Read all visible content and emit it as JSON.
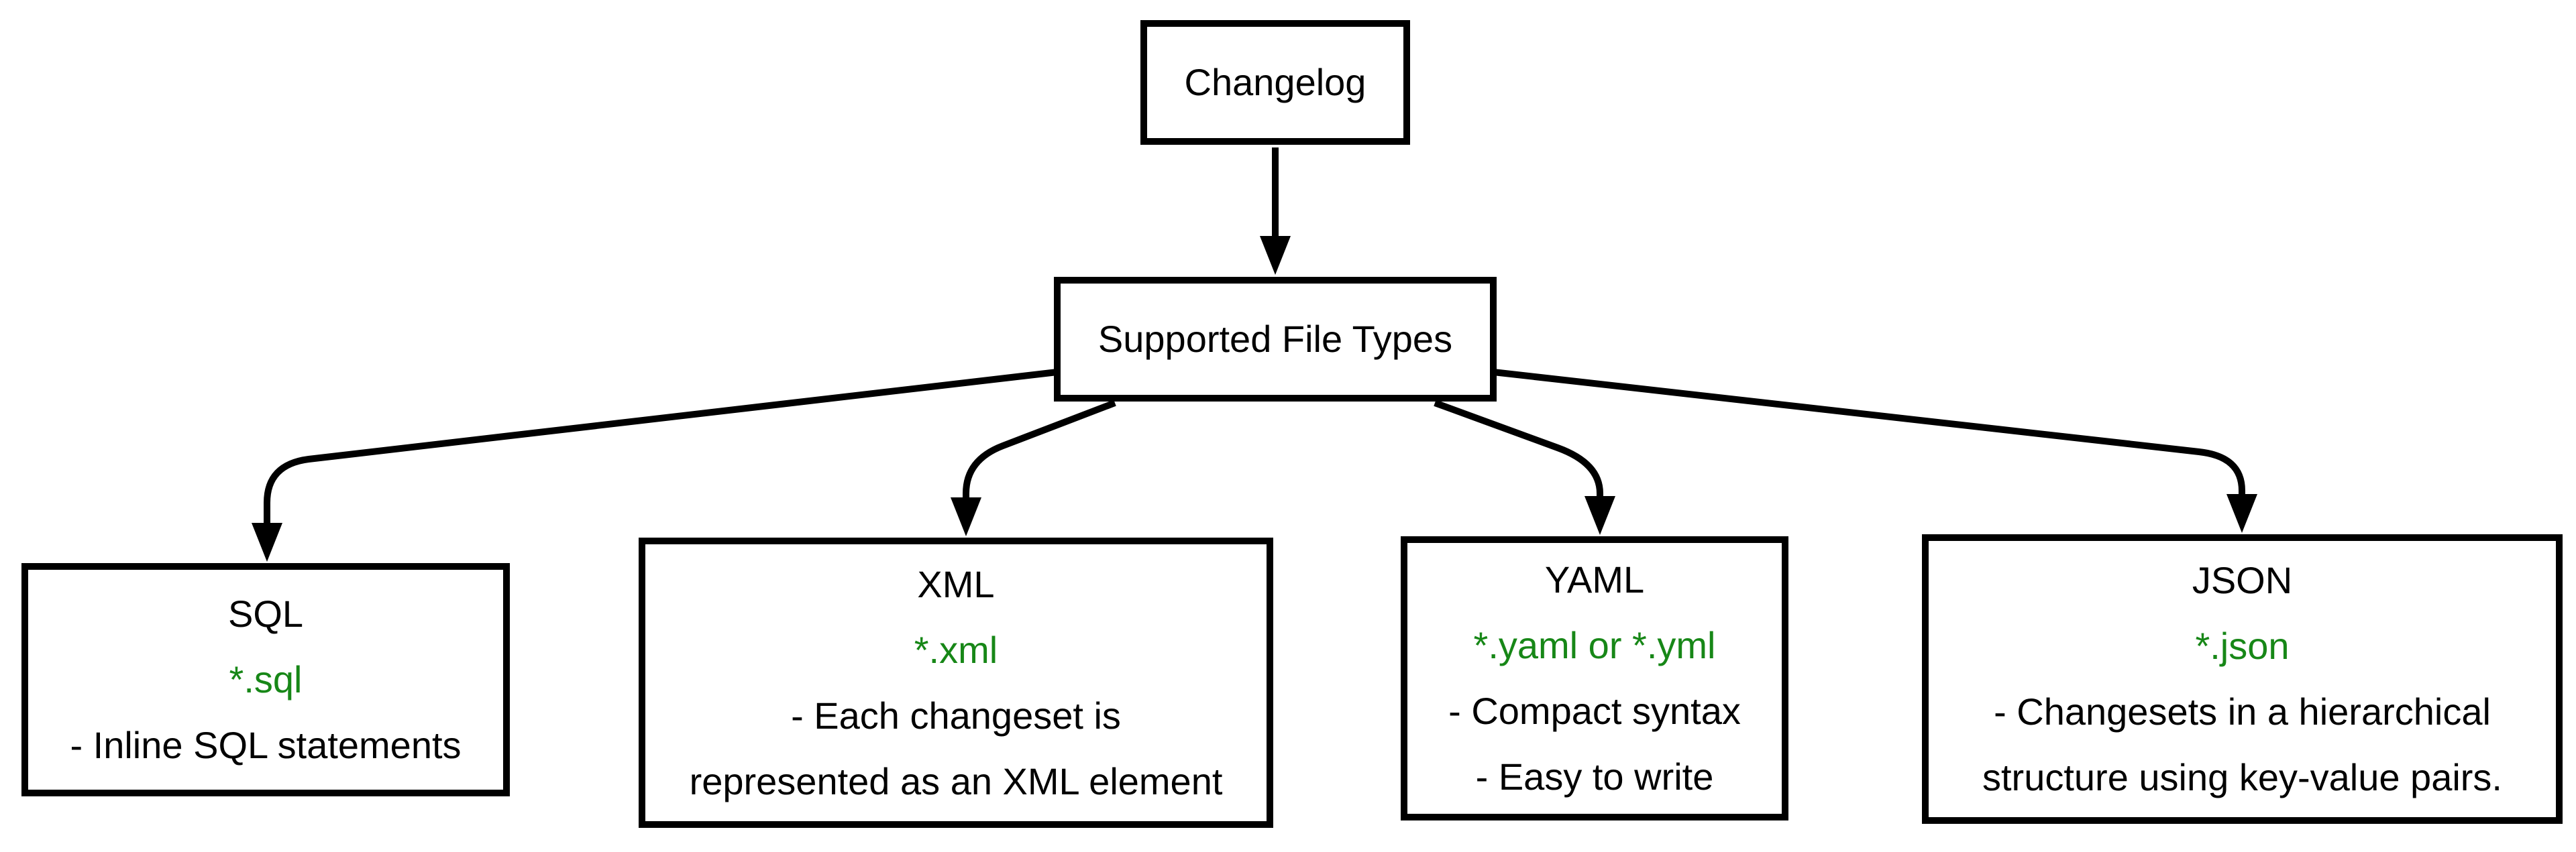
{
  "diagram": {
    "root": {
      "label": "Changelog"
    },
    "hub": {
      "label": "Supported File Types"
    },
    "nodes": [
      {
        "id": "sql",
        "title": "SQL",
        "extension": "*.sql",
        "details": [
          "- Inline SQL statements"
        ]
      },
      {
        "id": "xml",
        "title": "XML",
        "extension": "*.xml",
        "details": [
          "- Each changeset is",
          "represented as an XML element"
        ]
      },
      {
        "id": "yaml",
        "title": "YAML",
        "extension": "*.yaml or *.yml",
        "details": [
          "- Compact syntax",
          "- Easy to write"
        ]
      },
      {
        "id": "json",
        "title": "JSON",
        "extension": "*.json",
        "details": [
          "- Changesets in a hierarchical",
          "structure using key-value pairs."
        ]
      }
    ],
    "colors": {
      "extension_text": "#178717",
      "line": "#000000",
      "node_border": "#000000",
      "node_text": "#000000",
      "background": "#ffffff"
    }
  }
}
